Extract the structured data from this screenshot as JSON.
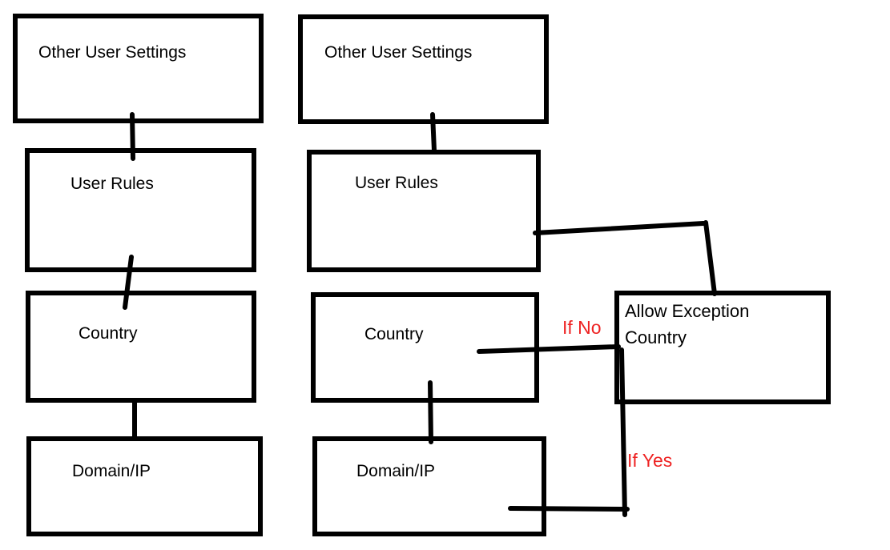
{
  "diagram": {
    "left_flow": {
      "other_user_settings": "Other User Settings",
      "user_rules": "User Rules",
      "country": "Country",
      "domain_ip": "Domain/IP"
    },
    "right_flow": {
      "other_user_settings": "Other User Settings",
      "user_rules": "User Rules",
      "country": "Country",
      "domain_ip": "Domain/IP"
    },
    "exception_box": {
      "line1": "Allow Exception",
      "line2": "Country",
      "full_label": "Allow Exception Country"
    },
    "edge_labels": {
      "if_no": "If No",
      "if_yes": "If Yes"
    },
    "colors": {
      "stroke": "#000000",
      "background": "#ffffff",
      "edge_label_red": "#ee2222"
    }
  }
}
